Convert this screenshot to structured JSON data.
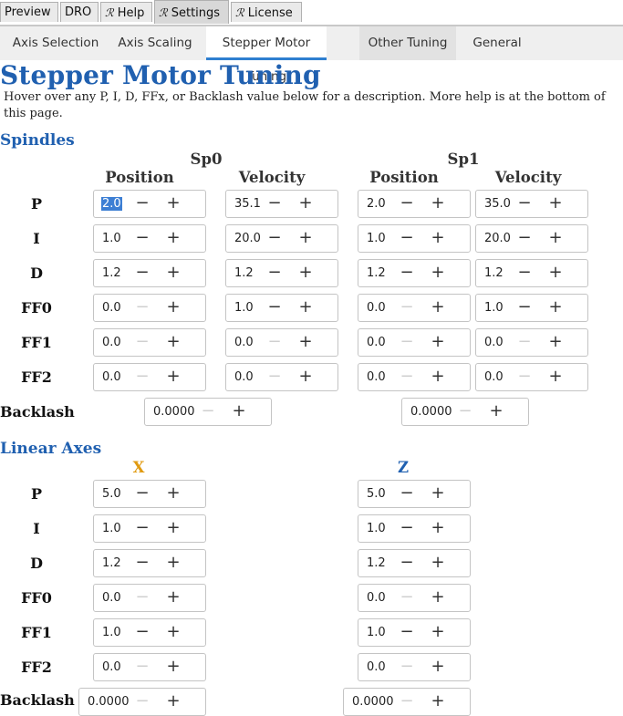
{
  "top_tabs": [
    {
      "label": "Preview",
      "icon": false
    },
    {
      "label": "DRO",
      "icon": false
    },
    {
      "label": "Help",
      "icon": true
    },
    {
      "label": "Settings",
      "icon": true,
      "active": true
    },
    {
      "label": "License",
      "icon": true
    }
  ],
  "sub_tabs": [
    "Axis Selection",
    "Axis Scaling",
    "Stepper Motor Tuning",
    "Other Tuning",
    "General"
  ],
  "active_sub_tab": "Stepper Motor Tuning",
  "page": {
    "title": "Stepper Motor Tuning",
    "description": "Hover over any P, I, D, FFx, or Backlash value below for a description.  More help is at the bottom of this page."
  },
  "spindles": {
    "heading": "Spindles",
    "groups": [
      "Sp0",
      "Sp1"
    ],
    "subheaders": [
      "Position",
      "Velocity",
      "Position",
      "Velocity"
    ],
    "row_labels": [
      "P",
      "I",
      "D",
      "FF0",
      "FF1",
      "FF2"
    ],
    "values": [
      [
        "2.0",
        "35.1",
        "2.0",
        "35.0"
      ],
      [
        "1.0",
        "20.0",
        "1.0",
        "20.0"
      ],
      [
        "1.2",
        "1.2",
        "1.2",
        "1.2"
      ],
      [
        "0.0",
        "1.0",
        "0.0",
        "1.0"
      ],
      [
        "0.0",
        "0.0",
        "0.0",
        "0.0"
      ],
      [
        "0.0",
        "0.0",
        "0.0",
        "0.0"
      ]
    ],
    "backlash_label": "Backlash",
    "backlash": [
      "0.0000",
      "0.0000"
    ]
  },
  "linear": {
    "heading": "Linear Axes",
    "axes": [
      "X",
      "Z"
    ],
    "row_labels": [
      "P",
      "I",
      "D",
      "FF0",
      "FF1",
      "FF2"
    ],
    "values": [
      [
        "5.0",
        "5.0"
      ],
      [
        "1.0",
        "1.0"
      ],
      [
        "1.2",
        "1.2"
      ],
      [
        "0.0",
        "0.0"
      ],
      [
        "1.0",
        "1.0"
      ],
      [
        "0.0",
        "0.0"
      ]
    ],
    "backlash_label": "Backlash",
    "backlash": [
      "0.0000",
      "0.0000"
    ]
  },
  "symbols": {
    "minus": "−",
    "plus": "+"
  },
  "colors": {
    "title": "#2060b0",
    "axis_x": "#e09a10",
    "axis_z": "#2060b0",
    "active_tab_underline": "#2f7fd0",
    "selection": "#3d7fd4"
  }
}
